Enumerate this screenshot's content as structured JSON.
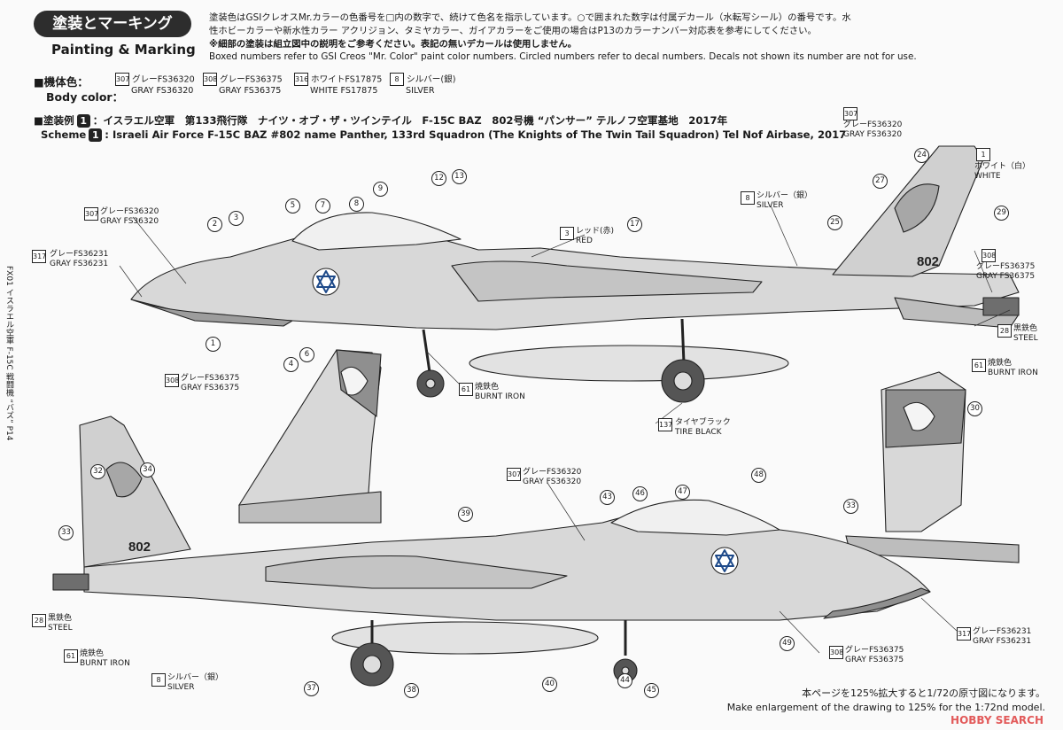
{
  "header": {
    "title_jp": "塗装とマーキング",
    "title_en": "Painting & Marking",
    "note_line1": "塗装色はGSIクレオスMr.カラーの色番号を□内の数字で、続けて色名を指示しています。○で囲まれた数字は付属デカール（水転写シール）の番号です。水",
    "note_line2": "性ホビーカラーや新水性カラー アクリジョン、タミヤカラー、ガイアカラーをご使用の場合はP13のカラーナンバー対応表を参考にしてください。",
    "note_line3": "※細部の塗装は組立図中の説明をご参考ください。表記の無いデカールは使用しません。",
    "note_line4": "Boxed numbers refer to GSI Creos \"Mr. Color\" paint color numbers. Circled numbers refer to decal numbers. Decals not shown its number are not for use."
  },
  "body_color": {
    "label_jp": "■機体色：",
    "label_en": "Body color：",
    "swatches": [
      {
        "num": "307",
        "jp": "グレーFS36320",
        "en": "GRAY FS36320"
      },
      {
        "num": "308",
        "jp": "グレーFS36375",
        "en": "GRAY FS36375"
      },
      {
        "num": "316",
        "jp": "ホワイトFS17875",
        "en": "WHITE FS17875"
      },
      {
        "num": "8",
        "jp": "シルバー(銀)",
        "en": "SILVER"
      }
    ]
  },
  "scheme": {
    "label_jp": "■塗装例",
    "number": "1",
    "text_jp": "：イスラエル空軍　第133飛行隊　ナイツ・オブ・ザ・ツインテイル　F-15C BAZ　802号機 “パンサー” テルノフ空軍基地　2017年",
    "label_en": "Scheme",
    "text_en": ": Israeli Air Force F-15C BAZ #802 name Panther, 133rd Squadron (The Knights of The Twin Tail Squadron) Tel Nof Airbase, 2017"
  },
  "side_text": "FX01 イスラエル空軍 F-15C 戦闘機 “バズ” P14",
  "tail_number": "802",
  "callouts": {
    "gray307": "グレーFS36320",
    "gray307_en": "GRAY FS36320",
    "gray317": "グレーFS36231",
    "gray317_en": "GRAY FS36231",
    "gray308": "グレーFS36375",
    "gray308_en": "GRAY FS36375",
    "white": "ホワイト（白）",
    "white_en": "WHITE",
    "silver": "シルバー（銀）",
    "silver_en": "SILVER",
    "red": "レッド(赤)",
    "red_en": "RED",
    "steel": "黒鉄色",
    "steel_en": "STEEL",
    "burnt": "焼鉄色",
    "burnt_en": "BURNT IRON",
    "tire": "タイヤブラック",
    "tire_en": "TIRE BLACK"
  },
  "footer": {
    "line1": "本ページを125%拡大すると1/72の原寸図になります。",
    "line2": "Make enlargement of the drawing to 125% for the 1:72nd model.",
    "watermark": "HOBBY SEARCH"
  },
  "colors": {
    "gray_light": "#d8d8d8",
    "gray_mid": "#bdbdbd",
    "gray_dark": "#8c8c8c",
    "ink": "#1a1a1a"
  }
}
